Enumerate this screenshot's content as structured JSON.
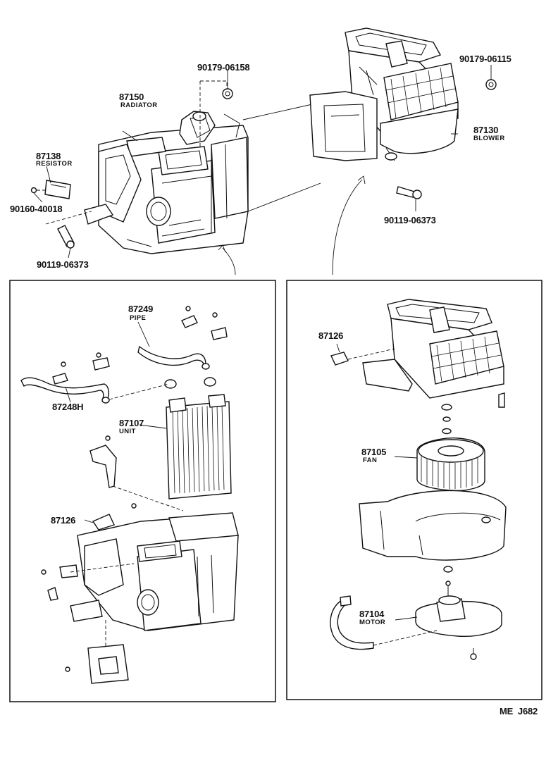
{
  "labels": {
    "p90179_06158": "90179-06158",
    "p87150": "87150",
    "p87150_name": "RADIATOR",
    "p87138": "87138",
    "p87138_name": "RESISTOR",
    "p90160_40018": "90160-40018",
    "p90119_06373_left": "90119-06373",
    "p90179_06115": "90179-06115",
    "p87130": "87130",
    "p87130_name": "BLOWER",
    "p90119_06373_right": "90119-06373",
    "p87249": "87249",
    "p87249_name": "PIPE",
    "p87248H": "87248H",
    "p87107": "87107",
    "p87107_name": "UNIT",
    "p87126_left": "87126",
    "p87126_right": "87126",
    "p87105": "87105",
    "p87105_name": "FAN",
    "p87104": "87104",
    "p87104_name": "MOTOR",
    "footer_code": "ME  J682"
  }
}
